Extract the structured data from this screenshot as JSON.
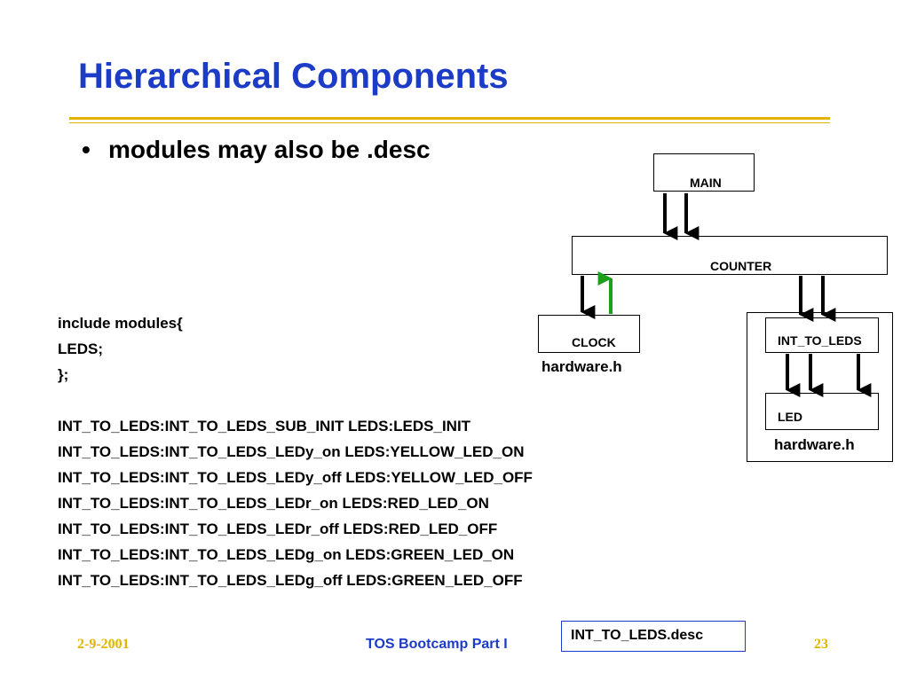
{
  "slide": {
    "title": "Hierarchical Components",
    "bullet_symbol": "•",
    "bullet": "modules may also be .desc"
  },
  "code": {
    "lines": [
      "include modules{",
      "LEDS;",
      "};",
      "",
      "INT_TO_LEDS:INT_TO_LEDS_SUB_INIT LEDS:LEDS_INIT",
      "INT_TO_LEDS:INT_TO_LEDS_LEDy_on LEDS:YELLOW_LED_ON",
      "INT_TO_LEDS:INT_TO_LEDS_LEDy_off LEDS:YELLOW_LED_OFF",
      "INT_TO_LEDS:INT_TO_LEDS_LEDr_on LEDS:RED_LED_ON",
      "INT_TO_LEDS:INT_TO_LEDS_LEDr_off LEDS:RED_LED_OFF",
      "INT_TO_LEDS:INT_TO_LEDS_LEDg_on LEDS:GREEN_LED_ON",
      "INT_TO_LEDS:INT_TO_LEDS_LEDg_off LEDS:GREEN_LED_OFF"
    ]
  },
  "diagram": {
    "main": "MAIN",
    "counter": "COUNTER",
    "clock": "CLOCK",
    "clock_hw": "hardware.h",
    "int_to_leds": "INT_TO_LEDS",
    "led": "LED",
    "led_hw": "hardware.h",
    "arrow_color": "#000000",
    "up_arrow_color": "#1aa01a"
  },
  "desc_label": "INT_TO_LEDS.desc",
  "footer": {
    "date": "2-9-2001",
    "center": "TOS Bootcamp Part I",
    "page": "23"
  },
  "colors": {
    "title": "#1c3bc6",
    "rule": "#e2b400",
    "footer_accent": "#e2b400",
    "footer_center": "#1c3bc6"
  }
}
